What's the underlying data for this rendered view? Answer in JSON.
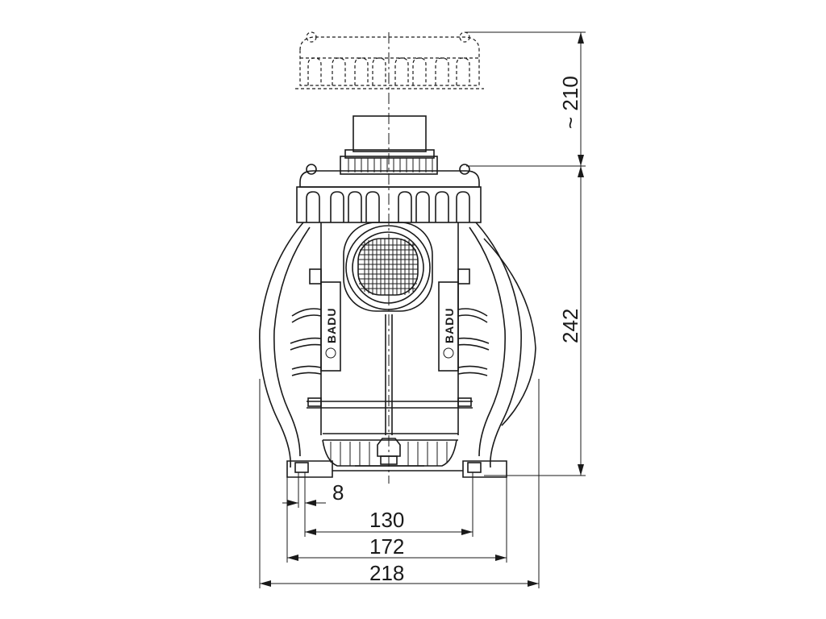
{
  "dimensions": {
    "lid_height": "~ 210",
    "body_height": "242",
    "foot_width": "8",
    "bolt_spacing": "130",
    "base_width": "172",
    "overall_width": "218"
  },
  "logo": {
    "brand": "BADU"
  }
}
